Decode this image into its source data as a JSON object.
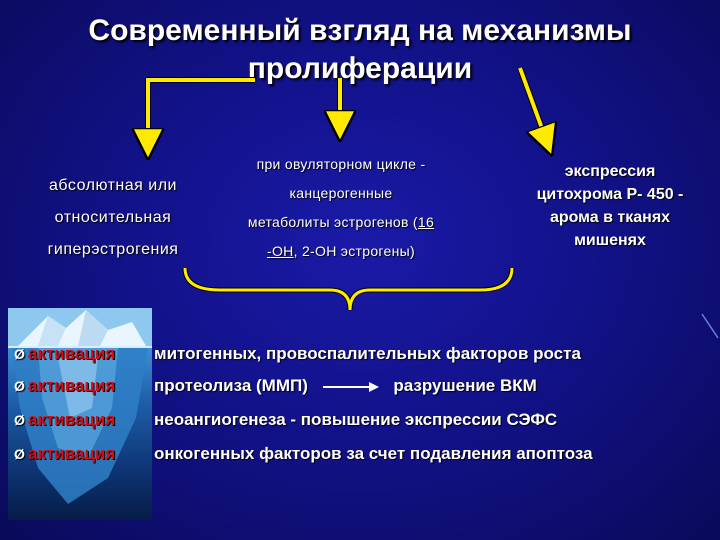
{
  "title": "Современный взгляд на механизмы пролиферации",
  "columns": {
    "left": [
      "абсолютная или",
      "относительная",
      "гиперэстрогения"
    ],
    "middle": {
      "line1": "при овуляторном цикле -",
      "line2": "канцерогенные",
      "line3_prefix": "метаболиты эстрогенов (",
      "line3_ul": "16",
      "line4_ul": "-ОН",
      "line4_rest": ", 2-ОН эстрогены)"
    },
    "right": [
      "экспрессия",
      "цитохрома Р- 450 -",
      "арома в тканях",
      "мишенях"
    ]
  },
  "bullets": [
    {
      "marker": "Ø",
      "label": "активация",
      "text": "митогенных, провоспалительных факторов роста"
    },
    {
      "marker": "Ø",
      "label": "активация",
      "text": "протеолиза (ММП)",
      "result": "разрушение ВКМ"
    },
    {
      "marker": "Ø",
      "label": "активация",
      "text": "неоангиогенеза - повышение экспрессии СЭФС"
    },
    {
      "marker": "Ø",
      "label": "активация",
      "text": "онкогенных факторов за счет подавления апоптоза"
    }
  ],
  "colors": {
    "arrow": "#ffea00",
    "label_red": "#c8111a",
    "background": "#12128a"
  },
  "icons": {
    "bullet": "arrowhead-bullet",
    "image": "iceberg-image"
  }
}
